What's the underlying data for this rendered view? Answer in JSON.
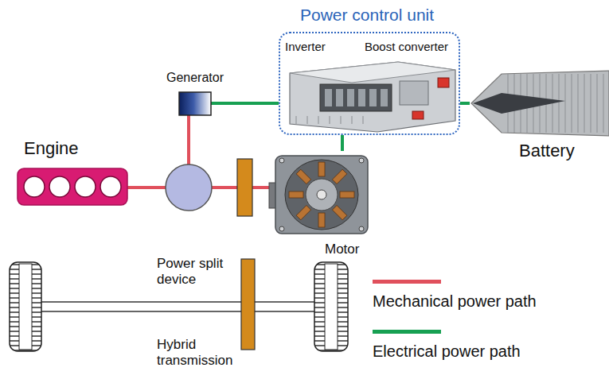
{
  "diagram": {
    "nodes": [
      {
        "text": [
          "Engine"
        ]
      },
      {
        "text": [
          "Hybrid transmission"
        ]
      },
      {
        "text": [
          "Generator"
        ],
        "in": 1
      },
      {
        "text": [
          "Motor"
        ],
        "in": 1
      },
      {
        "text": [
          "Power control unit",
          "Inverter",
          "Boost converter"
        ]
      },
      {
        "text": [
          "Battery"
        ]
      }
    ],
    "edges": [
      {
        "from": 0,
        "to": 1,
        "arrow": "none"
      },
      {
        "from": 2,
        "to": 4,
        "arrow": "none"
      },
      {
        "from": 4,
        "to": 5,
        "arrow": "none"
      },
      {
        "from": 4,
        "to": 3,
        "arrow": "none"
      }
    ],
    "labels": [
      "Power split device"
    ],
    "legend": [
      {
        "text": "Mechanical power path",
        "color": "#e0505c"
      },
      {
        "text": "Electrical power path",
        "color": "#17a052"
      }
    ]
  }
}
